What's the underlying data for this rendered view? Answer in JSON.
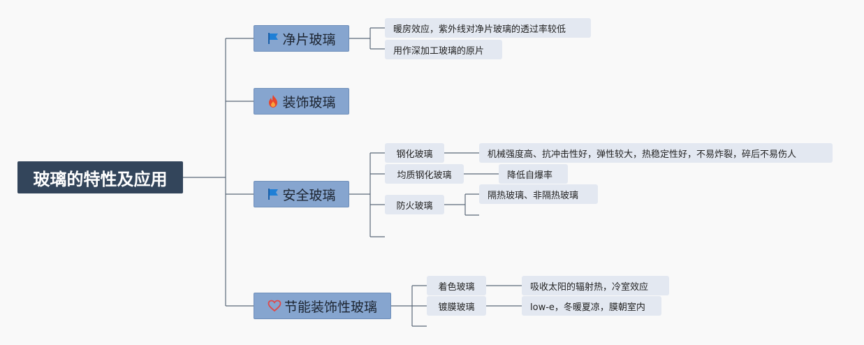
{
  "root": {
    "label": "玻璃的特性及应用"
  },
  "branches": [
    {
      "label": "净片玻璃",
      "icon": "blue-flag-icon",
      "children": [
        {
          "label": "暖房效应，紫外线对净片玻璃的透过率较低"
        },
        {
          "label": "用作深加工玻璃的原片"
        }
      ]
    },
    {
      "label": "装饰玻璃",
      "icon": "fire-icon",
      "children": []
    },
    {
      "label": "安全玻璃",
      "icon": "blue-flag-icon",
      "children": [
        {
          "label": "钢化玻璃",
          "children": [
            {
              "label": "机械强度高、抗冲击性好，弹性较大，热稳定性好，不易炸裂，碎后不易伤人"
            }
          ]
        },
        {
          "label": "均质钢化玻璃",
          "children": [
            {
              "label": "降低自爆率"
            }
          ]
        },
        {
          "label": "防火玻璃",
          "children": [
            {
              "label": "隔热玻璃、非隔热玻璃"
            },
            {
              "label": ""
            }
          ]
        },
        {
          "label": ""
        }
      ]
    },
    {
      "label": "节能装饰性玻璃",
      "icon": "heart-icon",
      "children": [
        {
          "label": "着色玻璃",
          "children": [
            {
              "label": "吸收太阳的辐射热，冷室效应"
            }
          ]
        },
        {
          "label": "镀膜玻璃",
          "children": [
            {
              "label": "low-e，冬暖夏凉，膜朝室内"
            }
          ]
        },
        {
          "label": ""
        }
      ]
    }
  ],
  "colors": {
    "root_bg": "#33455b",
    "branch_bg": "#86a5cf",
    "leaf_bg": "#e3e8f1",
    "line": "#5a6878",
    "flag_blue": "#1e7fd6",
    "fire_red": "#e8452b",
    "heart_red": "#e04848"
  }
}
